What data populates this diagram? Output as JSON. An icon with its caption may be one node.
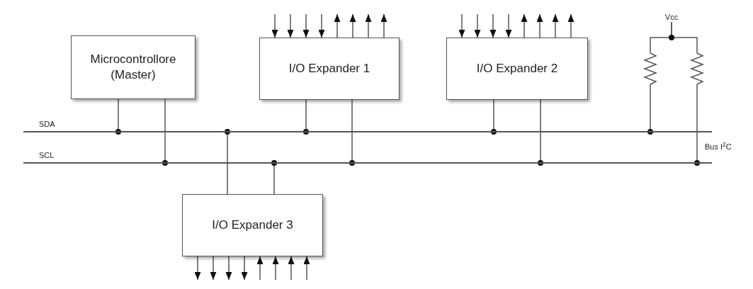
{
  "diagram": {
    "nodes": [
      {
        "text": [
          "Microcontrollore (Master)"
        ]
      },
      {
        "text": [
          "I/O Expander 1"
        ]
      },
      {
        "text": [
          "I/O Expander 2"
        ]
      },
      {
        "text": [
          "Vcc"
        ]
      },
      {
        "text": [],
        "shape": "resistor"
      },
      {
        "text": [],
        "shape": "resistor"
      },
      {
        "text": [],
        "shape": "line",
        "beside": [
          "SDA"
        ]
      },
      {
        "text": [],
        "shape": "line",
        "beside": [
          "SCL"
        ]
      },
      {
        "text": [
          "I/O Expander 3"
        ]
      }
    ],
    "edges": [
      {
        "from": 0,
        "to": 6,
        "arrow": "other"
      },
      {
        "from": 0,
        "to": 7,
        "arrow": "other"
      },
      {
        "from": 1,
        "to": 6,
        "arrow": "other"
      },
      {
        "from": 1,
        "to": 7,
        "arrow": "other"
      },
      {
        "from": 2,
        "to": 6,
        "arrow": "other"
      },
      {
        "from": 2,
        "to": 7,
        "arrow": "other"
      },
      {
        "from": 3,
        "to": 4,
        "arrow": "none"
      },
      {
        "from": 3,
        "to": 5,
        "arrow": "none"
      },
      {
        "from": 4,
        "to": 6,
        "arrow": "other"
      },
      {
        "from": 5,
        "to": 7,
        "arrow": "other"
      },
      {
        "from": 8,
        "to": 6,
        "arrow": "other"
      },
      {
        "from": 8,
        "to": 7,
        "arrow": "other"
      },
      {
        "from": null,
        "to": 1,
        "arrow": "to"
      },
      {
        "from": null,
        "to": 1,
        "arrow": "to"
      },
      {
        "from": null,
        "to": 1,
        "arrow": "to"
      },
      {
        "from": null,
        "to": 1,
        "arrow": "to"
      },
      {
        "from": 1,
        "to": null,
        "arrow": "to"
      },
      {
        "from": 1,
        "to": null,
        "arrow": "to"
      },
      {
        "from": 1,
        "to": null,
        "arrow": "to"
      },
      {
        "from": 1,
        "to": null,
        "arrow": "to"
      },
      {
        "from": null,
        "to": 2,
        "arrow": "to"
      },
      {
        "from": null,
        "to": 2,
        "arrow": "to"
      },
      {
        "from": null,
        "to": 2,
        "arrow": "to"
      },
      {
        "from": null,
        "to": 2,
        "arrow": "to"
      },
      {
        "from": 2,
        "to": null,
        "arrow": "to"
      },
      {
        "from": 2,
        "to": null,
        "arrow": "to"
      },
      {
        "from": 2,
        "to": null,
        "arrow": "to"
      },
      {
        "from": 2,
        "to": null,
        "arrow": "to"
      },
      {
        "from": 8,
        "to": null,
        "arrow": "to"
      },
      {
        "from": 8,
        "to": null,
        "arrow": "to"
      },
      {
        "from": 8,
        "to": null,
        "arrow": "to"
      },
      {
        "from": 8,
        "to": null,
        "arrow": "to"
      },
      {
        "from": null,
        "to": 8,
        "arrow": "to"
      },
      {
        "from": null,
        "to": 8,
        "arrow": "to"
      },
      {
        "from": null,
        "to": 8,
        "arrow": "to"
      },
      {
        "from": null,
        "to": 8,
        "arrow": "to"
      }
    ],
    "labels": [
      "Bus I$^{2}$C"
    ]
  }
}
